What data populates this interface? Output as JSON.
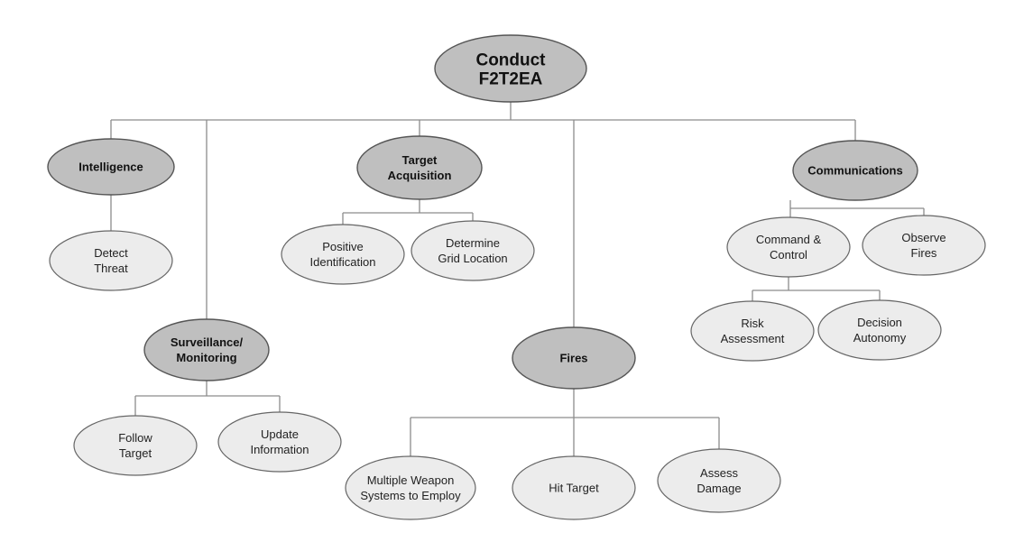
{
  "diagram": {
    "root": {
      "lines": [
        "Conduct",
        "F2T2EA"
      ]
    },
    "intelligence": {
      "lines": [
        "Intelligence"
      ]
    },
    "detect_threat": {
      "lines": [
        "Detect",
        "Threat"
      ]
    },
    "surveillance": {
      "lines": [
        "Surveillance/",
        "Monitoring"
      ]
    },
    "follow_target": {
      "lines": [
        "Follow",
        "Target"
      ]
    },
    "update_information": {
      "lines": [
        "Update",
        "Information"
      ]
    },
    "target_acquisition": {
      "lines": [
        "Target",
        "Acquisition"
      ]
    },
    "positive_identification": {
      "lines": [
        "Positive",
        "Identification"
      ]
    },
    "determine_grid_location": {
      "lines": [
        "Determine",
        "Grid Location"
      ]
    },
    "fires": {
      "lines": [
        "Fires"
      ]
    },
    "multiple_weapon_systems": {
      "lines": [
        "Multiple Weapon",
        "Systems to Employ"
      ]
    },
    "hit_target": {
      "lines": [
        "Hit Target"
      ]
    },
    "assess_damage": {
      "lines": [
        "Assess",
        "Damage"
      ]
    },
    "communications": {
      "lines": [
        "Communications"
      ]
    },
    "command_control": {
      "lines": [
        "Command &",
        "Control"
      ]
    },
    "observe_fires": {
      "lines": [
        "Observe",
        "Fires"
      ]
    },
    "risk_assessment": {
      "lines": [
        "Risk",
        "Assessment"
      ]
    },
    "decision_autonomy": {
      "lines": [
        "Decision",
        "Autonomy"
      ]
    }
  }
}
